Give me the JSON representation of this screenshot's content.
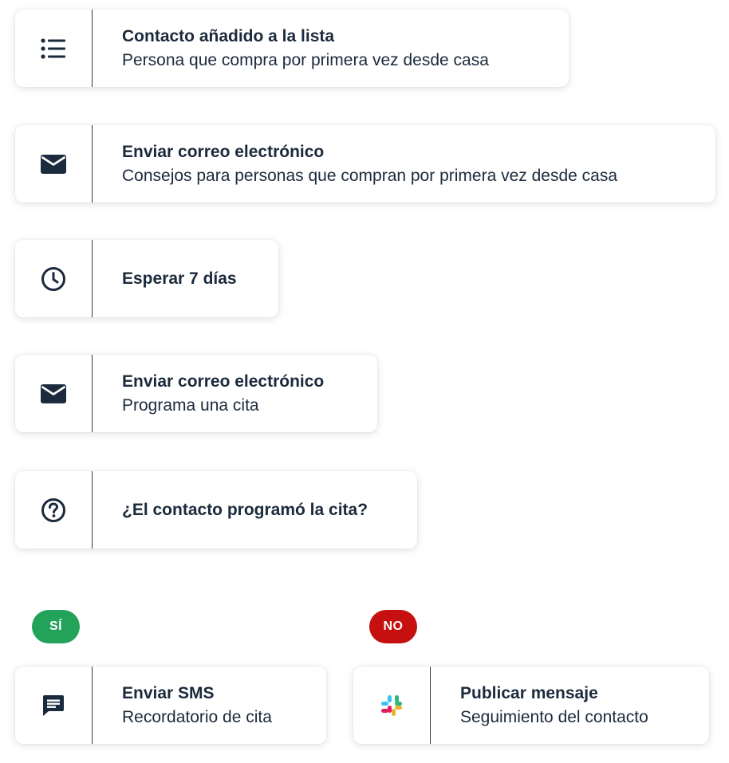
{
  "steps": [
    {
      "icon": "list-icon",
      "title": "Contacto añadido a la lista",
      "subtitle": "Persona que compra por primera vez desde casa"
    },
    {
      "icon": "envelope-icon",
      "title": "Enviar correo electrónico",
      "subtitle": "Consejos para personas que compran por primera vez desde casa"
    },
    {
      "icon": "clock-icon",
      "title": "Esperar 7 días",
      "subtitle": ""
    },
    {
      "icon": "envelope-icon",
      "title": "Enviar correo electrónico",
      "subtitle": "Programa una cita"
    },
    {
      "icon": "question-circle-icon",
      "title": "¿El contacto programó la cita?",
      "subtitle": ""
    }
  ],
  "branches": {
    "yes": {
      "badge": "SÍ",
      "badge_color": "#22a359",
      "icon": "sms-message-icon",
      "title": "Enviar SMS",
      "subtitle": "Recordatorio de cita"
    },
    "no": {
      "badge": "NO",
      "badge_color": "#c5100f",
      "icon": "slack-icon",
      "title": "Publicar mensaje",
      "subtitle": "Seguimiento del contacto"
    }
  },
  "colors": {
    "text": "#1b2a3c",
    "divider": "#2b3a4e",
    "slack_blue": "#36c5f0",
    "slack_green": "#2eb67d",
    "slack_yellow": "#ecb22e",
    "slack_red": "#e01e5a"
  }
}
